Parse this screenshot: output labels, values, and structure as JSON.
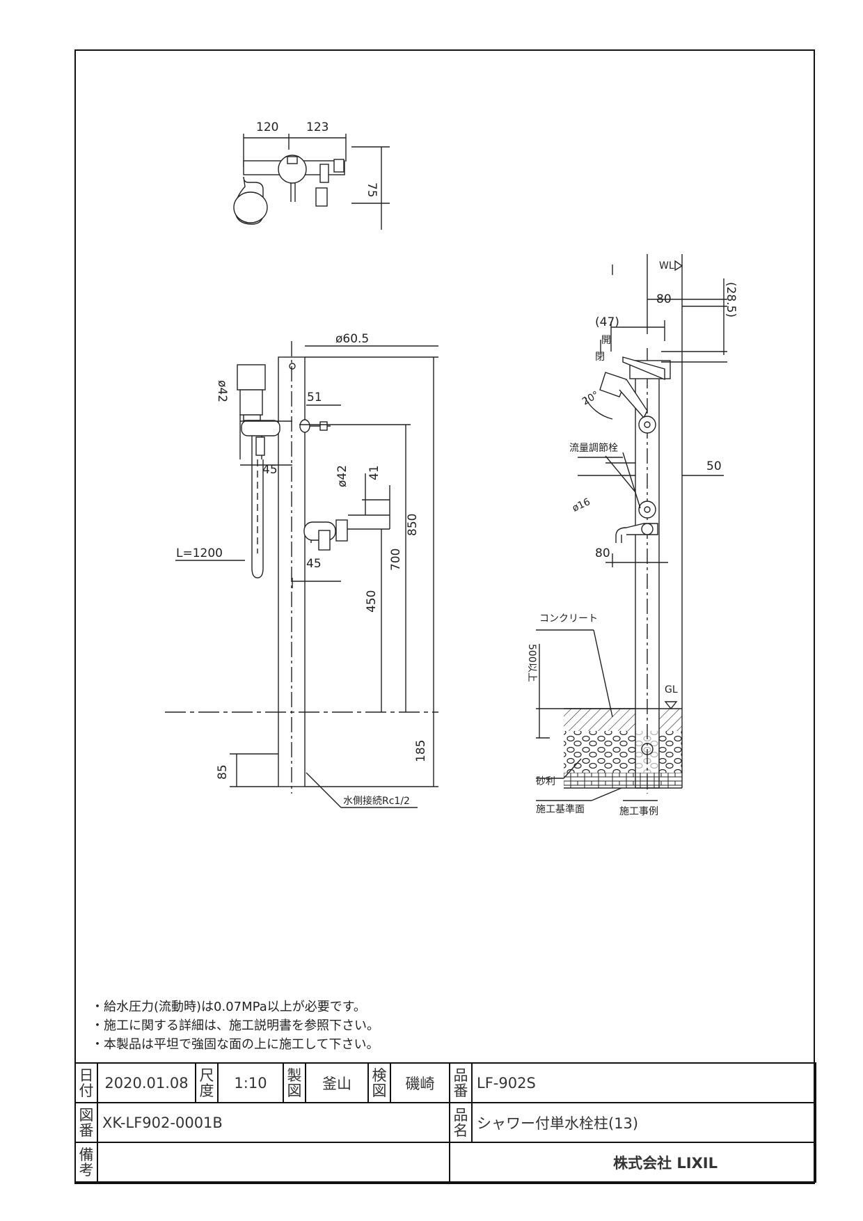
{
  "dimensions": {
    "top_w1": "120",
    "top_w2": "123",
    "top_h": "75",
    "pipe_dia": "ø60.5",
    "head_dia": "ø42",
    "d51": "51",
    "d45a": "45",
    "h850": "850",
    "h700": "700",
    "d41": "41",
    "dia42b": "ø42",
    "hose": "L=1200",
    "d45b": "45",
    "h450": "450",
    "h185": "185",
    "d85": "85",
    "conn": "水側接続Rc1/2",
    "wl": "WL",
    "d80a": "80",
    "d285": "(28.5)",
    "d47": "(47)",
    "open": "開",
    "close": "閉",
    "angle": "20°",
    "valve": "流量調節栓",
    "d50": "50",
    "d16": "ø16",
    "d80b": "80",
    "concrete": "コンクリート",
    "depth": "500以上",
    "gl": "GL",
    "gravel": "砂利",
    "base": "施工基準面",
    "example": "施工事例"
  },
  "notes": [
    "・給水圧力(流動時)は0.07MPa以上が必要です。",
    "・施工に関する詳細は、施工説明書を参照下さい。",
    "・本製品は平坦で強固な面の上に施工して下さい。"
  ],
  "title_block": {
    "date_label": "日付",
    "date": "2020.01.08",
    "scale_label": "尺度",
    "scale": "1:10",
    "drawn_label": "製図",
    "drawn": "釜山",
    "checked_label": "検図",
    "checked": "磯崎",
    "part_no_label": "品番",
    "part_no": "LF-902S",
    "drawing_no_label": "図番",
    "drawing_no": "XK-LF902-0001B",
    "name_label": "品名",
    "name": "シャワー付単水栓柱(13)",
    "remarks_label": "備考",
    "company": "株式会社 LIXIL"
  }
}
